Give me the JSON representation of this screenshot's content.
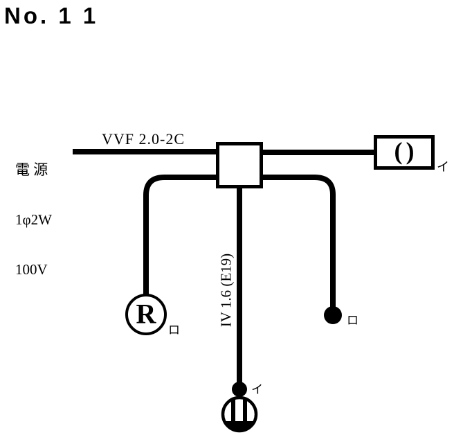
{
  "title": "No. 1 1",
  "power_source": {
    "name": "電 源",
    "phase": "1φ2W",
    "voltage": "100V"
  },
  "labels": {
    "cable": "VVF 2.0-2C",
    "conduit": "IV 1.6 (E19)"
  },
  "devices": {
    "ceiling_light": {
      "glyph": "()",
      "tag": "イ"
    },
    "lamp_receptacle": {
      "letter": "R",
      "tag": "ロ"
    },
    "switch_i": {
      "tag": "イ"
    },
    "switch_ro": {
      "tag": "ロ"
    }
  },
  "colors": {
    "line": "#000000",
    "background": "#ffffff"
  }
}
